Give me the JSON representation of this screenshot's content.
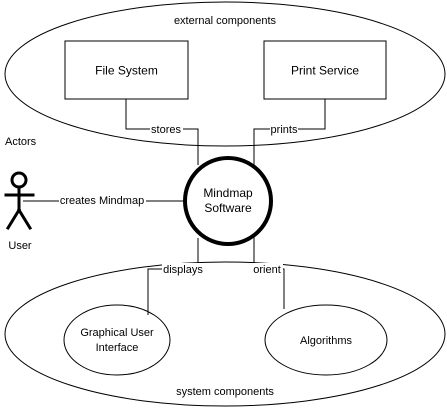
{
  "groups": {
    "external": "external components",
    "system": "system components"
  },
  "nodes": {
    "file_system": "File System",
    "print_service": "Print Service",
    "core_line1": "Mindmap",
    "core_line2": "Software",
    "gui_line1": "Graphical User",
    "gui_line2": "Interface",
    "algorithms": "Algorithms"
  },
  "actors": {
    "title": "Actors",
    "user": "User"
  },
  "edges": {
    "stores": "stores",
    "prints": "prints",
    "creates": "creates Mindmap",
    "displays": "displays",
    "orient": "orient"
  }
}
